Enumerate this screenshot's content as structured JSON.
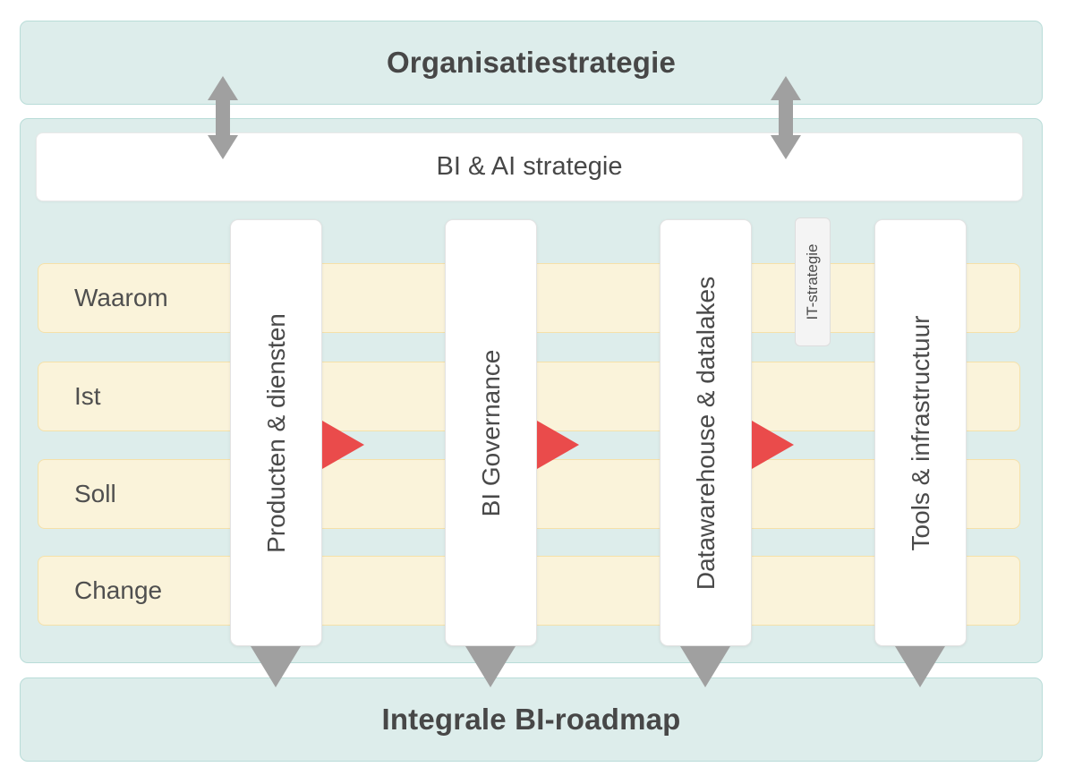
{
  "colors": {
    "teal_fill": "#ddedeb",
    "teal_border": "#b9dcd8",
    "yellow_fill": "#faf3da",
    "yellow_border": "#f5e1a9",
    "column_border": "#e3e3e3",
    "it_box_fill": "#f4f4f4",
    "it_box_border": "#dddddd",
    "arrow_gray": "#a0a0a0",
    "accent_red": "#ea4b4b",
    "text_dark": "#474747"
  },
  "top_banner": {
    "label": "Organisatiestrategie"
  },
  "bi_ai_bar": {
    "label": "BI & AI strategie"
  },
  "rows": {
    "items": [
      {
        "label": "Waarom"
      },
      {
        "label": "Ist"
      },
      {
        "label": "Soll"
      },
      {
        "label": "Change"
      }
    ]
  },
  "columns": {
    "items": [
      {
        "label": "Producten & diensten"
      },
      {
        "label": "BI Governance"
      },
      {
        "label": "Datawarehouse & datalakes"
      },
      {
        "label": "Tools & infrastructuur"
      }
    ]
  },
  "it_strategy": {
    "label": "IT-strategie"
  },
  "bottom_banner": {
    "label": "Integrale BI-roadmap"
  }
}
